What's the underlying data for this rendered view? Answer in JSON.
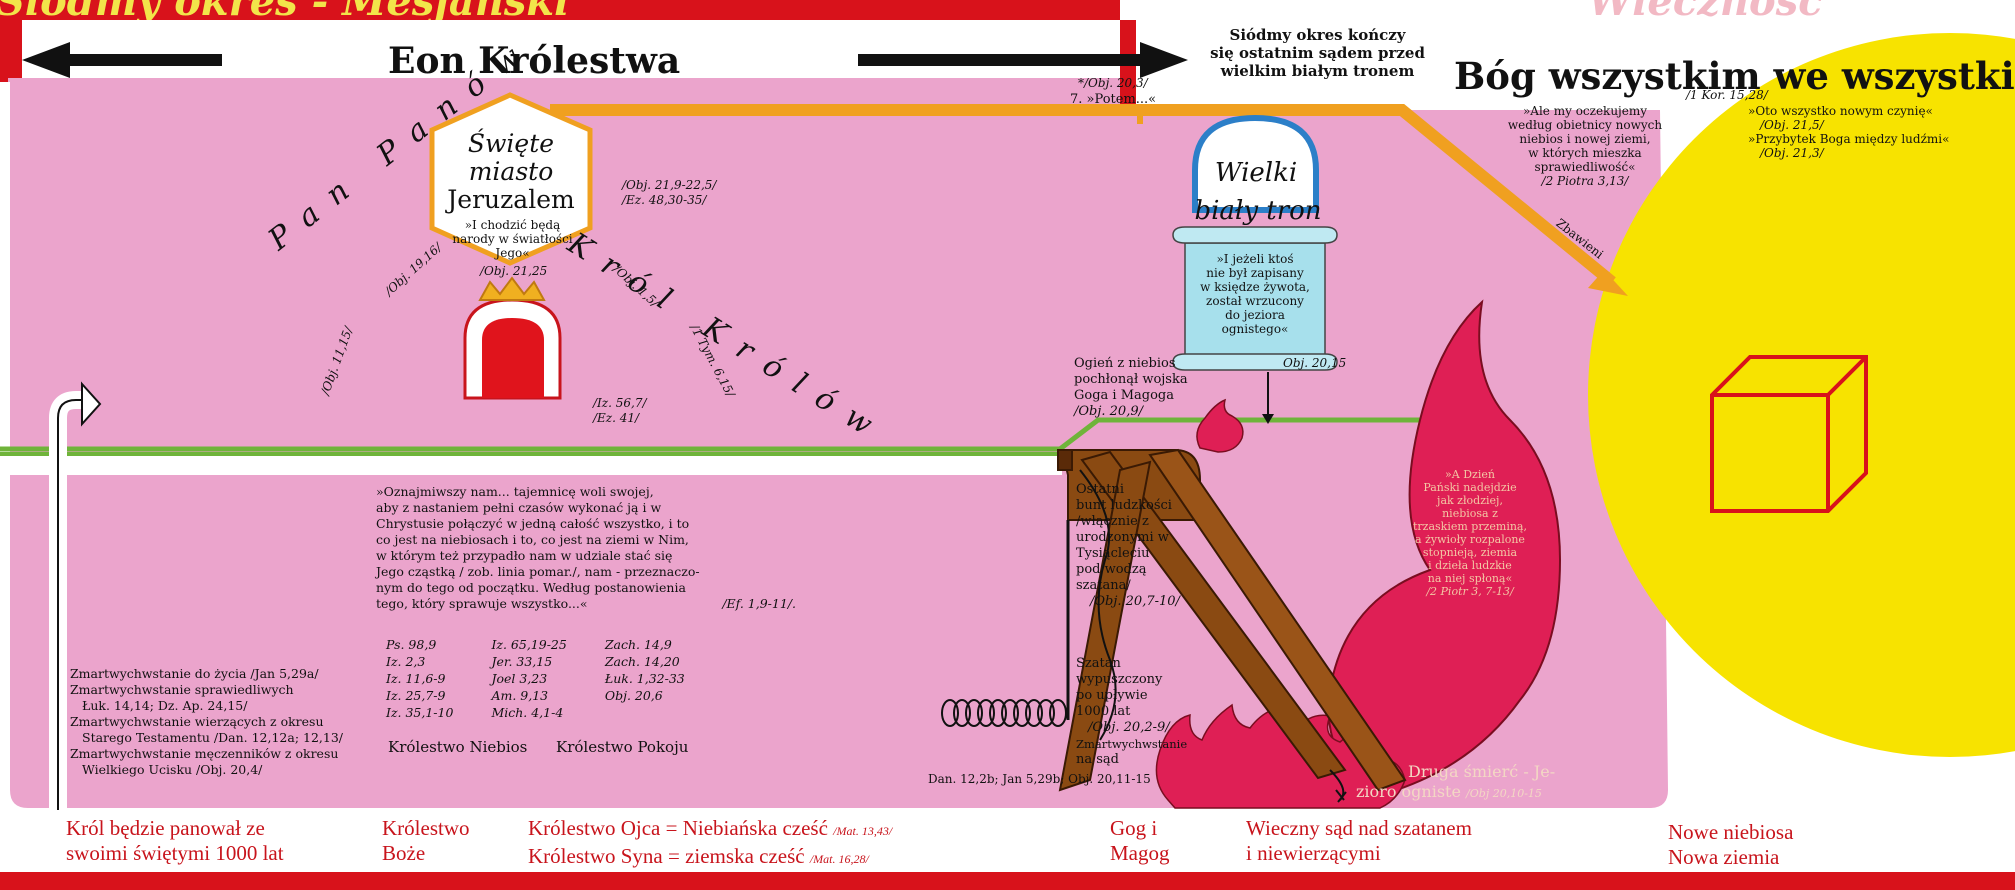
{
  "header": {
    "title_left": "Siódmy okres - Mesjański",
    "title_right": "Wieczność",
    "eon": "Eon Królestwa",
    "seventh_period_end": [
      "Siódmy okres kończy",
      "się ostatnim sądem przed",
      "wielkim białym tronem"
    ],
    "ref_obj_20_3": "*/Obj. 20,3/",
    "potem": "7. »Potem...«"
  },
  "eternity": {
    "heading": "Bóg wszystkim we wszystkim",
    "heading_ref": "/1 Kor. 15,28/",
    "quote_left": [
      "»Ale my oczekujemy",
      "według obietnicy nowych",
      "niebios i nowej ziemi,",
      "w których mieszka",
      "sprawiedliwość«",
      "/2 Piotra 3,13/"
    ],
    "quote_right": [
      "»Oto wszystko nowym czynię«",
      "/Obj. 21,5/",
      "»Przybytek Boga między ludźmi«",
      "/Obj. 21,3/"
    ],
    "saved_label": "Zbawieni"
  },
  "city": {
    "title": [
      "Święte",
      "miasto",
      "Jeruzalem"
    ],
    "quote": [
      "»I chodzić będą",
      "narody w światłości",
      "Jego«"
    ],
    "quote_ref": "/Obj. 21,25",
    "ref_right": [
      "/Obj. 21,9-22,5/",
      "/Ez. 48,30-35/"
    ],
    "ref_gate": [
      "/Iz. 56,7/",
      "/Ez. 41/"
    ]
  },
  "arc": {
    "left_text": "Pan Panów",
    "right_text": "Król Królów",
    "ref_left_low": "/Obj. 11,15/",
    "ref_left_high": "/Obj. 19,16/",
    "ref_right_high": "/Obj. 1,5/",
    "ref_right_low": "/1 Tym. 6,15/"
  },
  "throne": {
    "title_1": "Wielki",
    "title_2": "biały tron",
    "scroll": [
      "»I jeżeli ktoś",
      "nie był zapisany",
      "w księdze żywota,",
      "został wrzucony",
      "do jeziora",
      "ognistego«"
    ],
    "scroll_ref": "Obj. 20,15"
  },
  "gog_fire": [
    "Ogień z niebios",
    "pochłonął wojska",
    "Goga i Magoga",
    "/Obj. 20,9/"
  ],
  "day_of_lord": [
    "»A Dzień",
    "Pański nadejdzie",
    "jak złodziej,",
    "niebiosa z",
    "trzaskiem przeminą,",
    "a żywioły rozpalone",
    "stopnieją, ziemia",
    "i dzieła ludzkie",
    "na niej spłoną«",
    "/2 Piotr 3, 7-13/"
  ],
  "ephesians": [
    "»Oznajmiwszy nam... tajemnicę woli swojej,",
    "aby z nastaniem pełni czasów wykonać ją i w",
    "Chrystusie połączyć w jedną całość wszystko, i to",
    "co jest na niebiosach i to, co jest na ziemi w Nim,",
    "w którym też przypadło nam w udziale stać się",
    "Jego cząstką / zob. linia pomar./, nam - przeznaczo-",
    "nym do tego od początku. Według postanowienia",
    "tego, który sprawuje wszystko...«",
    "/Ef. 1,9-11/."
  ],
  "rebellion": [
    "Ostatni",
    "bunt ludzkości",
    "/włącznie z",
    "urodzonymi w",
    "Tysiącleciu",
    "pod wodzą",
    "szatana/",
    "/Obj. 20,7-10/"
  ],
  "satan_release": [
    "Szatan",
    "wypuszczony",
    "po upływie",
    "1000 lat",
    "/Obj. 20,2-9/",
    "Zmartwychwstanie",
    "na sąd",
    "Dan. 12,2b; Jan 5,29b; Obj. 20,11-15"
  ],
  "resurrections": [
    "Zmartwychwstanie do życia /Jan 5,29a/",
    "Zmartwychwstanie sprawiedliwych",
    "Łuk. 14,14; Dz. Ap. 24,15/",
    "Zmartwychwstanie wierzących z okresu",
    "Starego Testamentu /Dan. 12,12a; 12,13/",
    "Zmartwychwstanie męczenników z okresu",
    "Wielkiego Ucisku /Obj. 20,4/"
  ],
  "refs_table": [
    [
      "Ps. 98,9",
      "Iz. 2,3",
      "Iz. 11,6-9",
      "Iz. 25,7-9",
      "Iz. 35,1-10"
    ],
    [
      "Iz. 65,19-25",
      "Jer. 33,15",
      "Joel 3,23",
      "Am. 9,13",
      "Mich. 4,1-4"
    ],
    [
      "Zach. 14,9",
      "Zach. 14,20",
      "Łuk. 1,32-33",
      "Obj. 20,6"
    ]
  ],
  "kingdoms": [
    "Królestwo Niebios",
    "Królestwo Pokoju"
  ],
  "second_death": [
    "Druga śmierć - Je-",
    "zioro ogniste"
  ],
  "second_death_ref": "/Obj 20,10-15",
  "bottom": {
    "millennium": [
      "Król będzie panował ze",
      "swoimi świętymi 1000 lat"
    ],
    "god_kingdom": [
      "Królestwo",
      "Boże"
    ],
    "father_kingdom": "Królestwo Ojca = Niebiańska cześć",
    "father_ref": "/Mat. 13,43/",
    "son_kingdom": "Królestwo Syna = ziemska cześć",
    "son_ref": "/Mat. 16,28/",
    "gog": [
      "Gog i",
      "Magog"
    ],
    "judgment": [
      "Wieczny sąd nad szatanem",
      "i niewierzącymi"
    ],
    "new_world": [
      "Nowe niebiosa",
      "Nowa ziemia"
    ]
  },
  "colors": {
    "red": "#d8121b",
    "pink": "#eba4cc",
    "yellow": "#f7e300",
    "orange": "#f0a020",
    "green": "#6fb43a",
    "brown": "#8a4a12",
    "fire": "#df1f55"
  }
}
